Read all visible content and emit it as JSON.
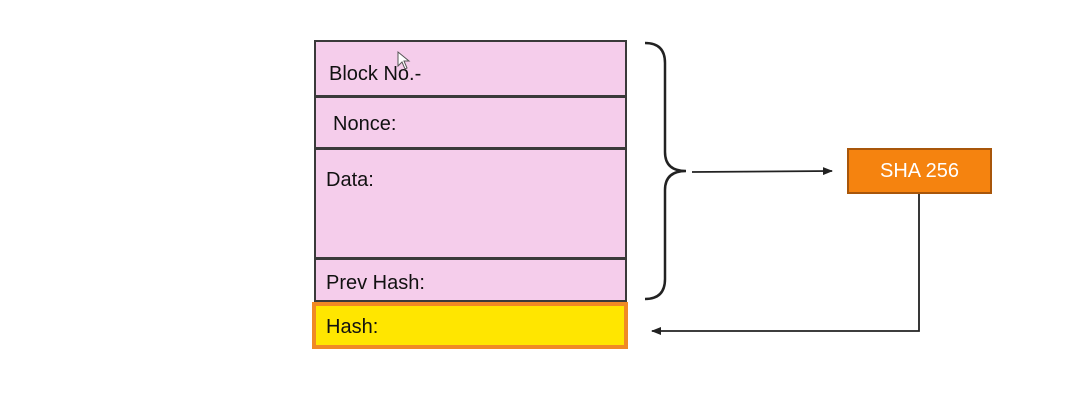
{
  "block": {
    "block_no_label": "Block No.-",
    "nonce_label": "Nonce:",
    "data_label": "Data:",
    "prev_hash_label": "Prev Hash:",
    "hash_label": "Hash:"
  },
  "hash_function": {
    "label": "SHA 256"
  },
  "colors": {
    "block_fill": "#f5cdeb",
    "hash_fill": "#ffe600",
    "hash_border": "#f08a24",
    "sha_fill": "#f5830f"
  }
}
